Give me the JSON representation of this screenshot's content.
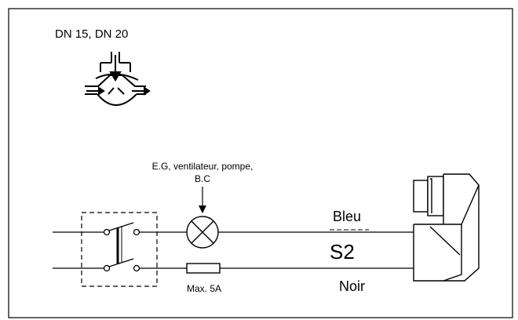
{
  "valve": {
    "size_label": "DN 15, DN 20"
  },
  "circuit": {
    "load_label_line1": "E.G, ventilateur, pompe,",
    "load_label_line2": "B.C",
    "fuse_label": "Max. 5A",
    "wire_top_label": "Bleu",
    "wire_bottom_label": "Noir",
    "switch_label": "S2"
  }
}
